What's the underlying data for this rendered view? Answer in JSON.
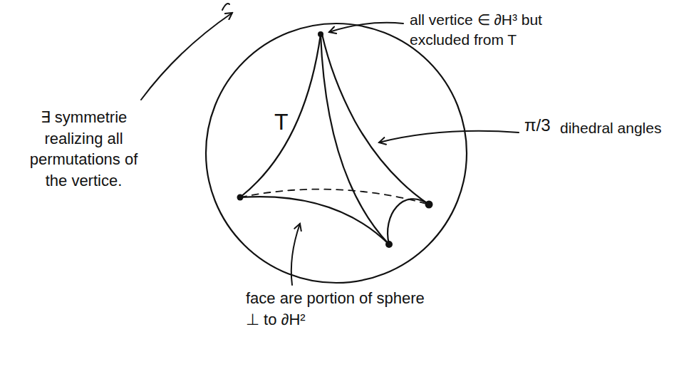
{
  "diagram": {
    "labels": [
      "∃ symmetrie realizing all permutations of the vertice.",
      "all vertice ∈ ∂H³ but excluded from T",
      "T",
      "π/3",
      "dihedral angles",
      "face are portion of sphere ⊥ to ∂H²"
    ]
  }
}
